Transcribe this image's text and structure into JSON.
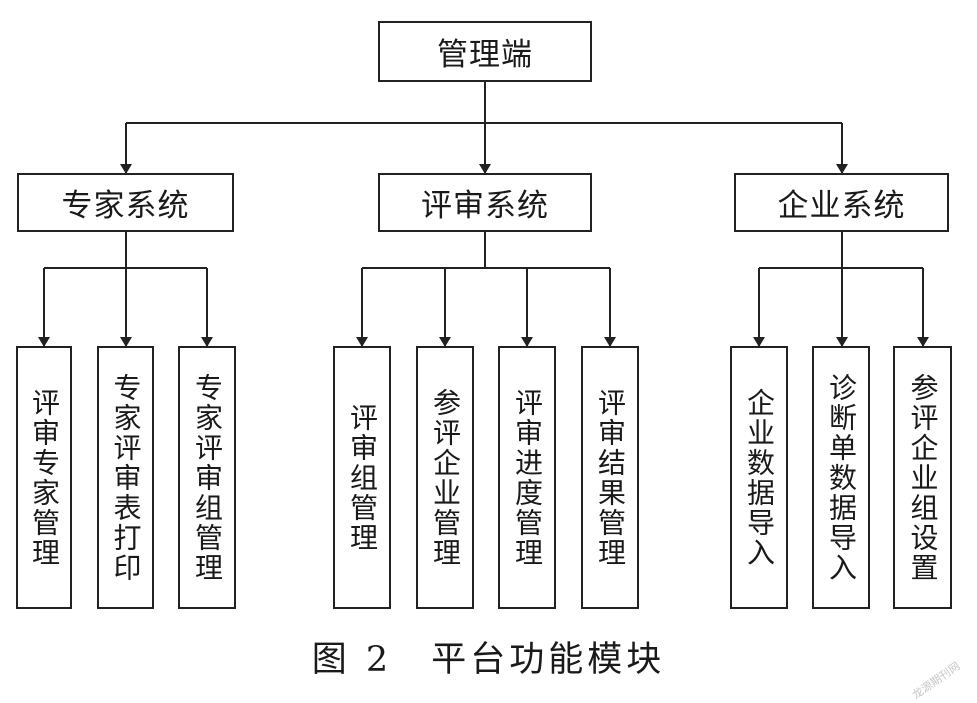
{
  "root": {
    "label": "管理端"
  },
  "systems": [
    {
      "label": "专家系统",
      "modules": [
        "评审专家管理",
        "专家评审表打印",
        "专家评审组管理"
      ]
    },
    {
      "label": "评审系统",
      "modules": [
        "评审组管理",
        "参评企业管理",
        "评审进度管理",
        "评审结果管理"
      ]
    },
    {
      "label": "企业系统",
      "modules": [
        "企业数据导入",
        "诊断单数据导入",
        "参评企业组设置"
      ]
    }
  ],
  "caption": "图 2　平台功能模块",
  "watermark": "龙源期刊网"
}
